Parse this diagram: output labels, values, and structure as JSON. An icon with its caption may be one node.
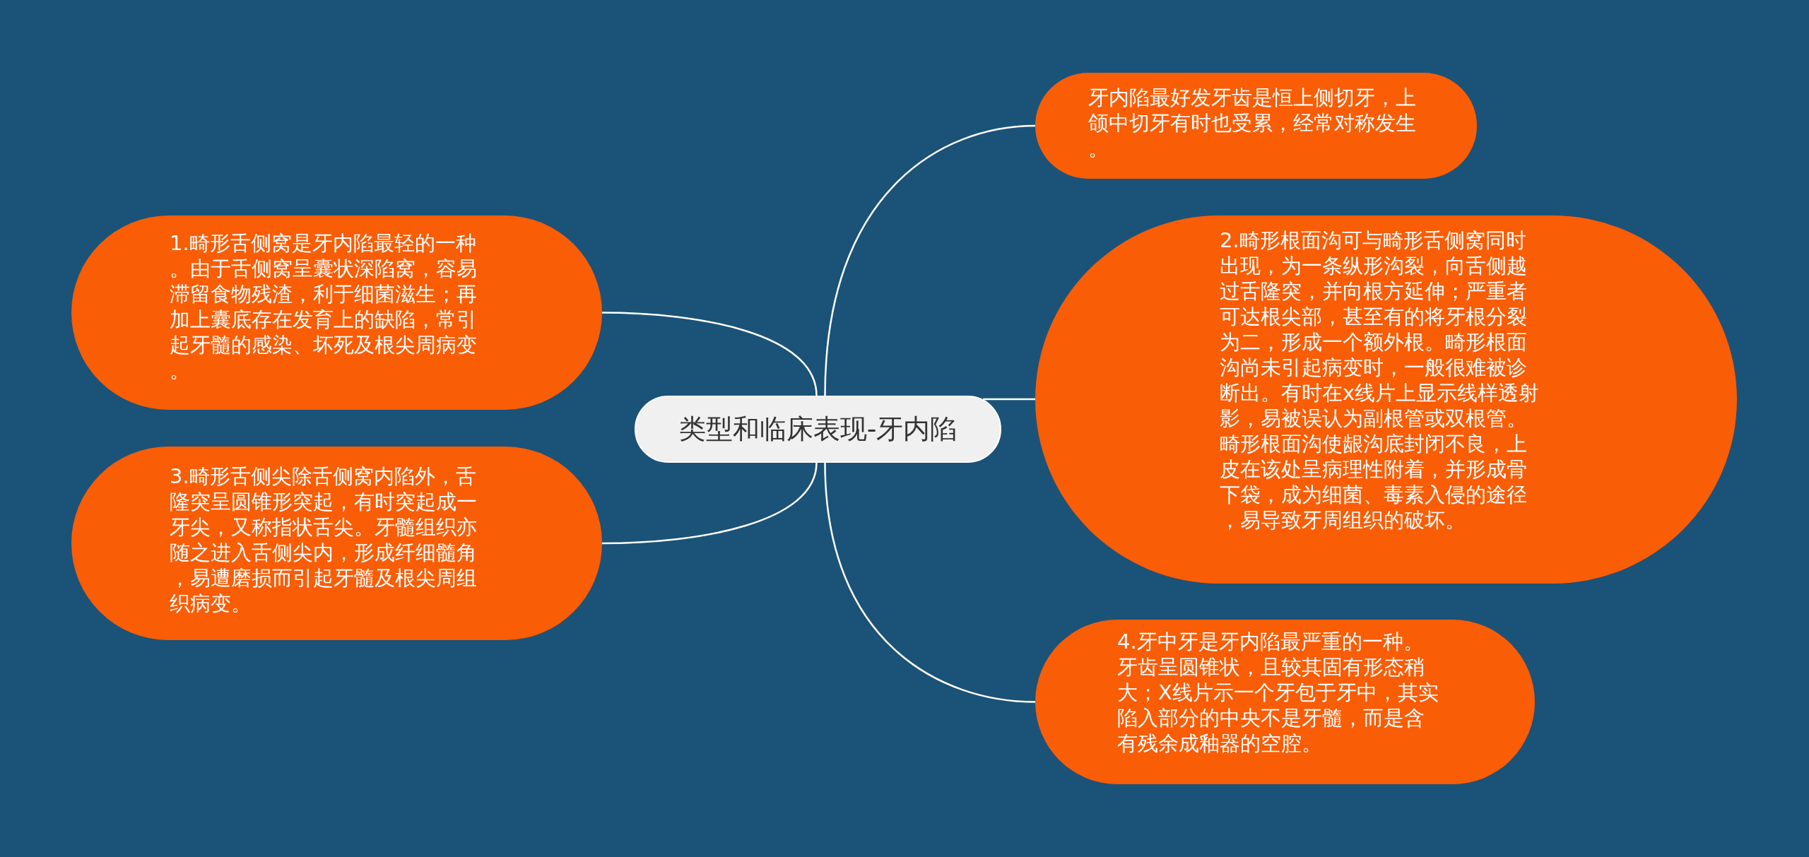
{
  "diagram": {
    "nodes": [
      {
        "text": [
          "类型和临床表现-牙内陷"
        ]
      },
      {
        "text": [
          "牙内陷最好发牙齿是恒上侧切牙，上颌中切牙有时也受累，经常对称发生。"
        ]
      },
      {
        "text": [
          "1.畸形舌侧窝是牙内陷最轻的一种。由于舌侧窝呈囊状深陷窝，容易滞留食物残渣，利于细菌滋生；再加上囊底存在发育上的缺陷，常引起牙髓的感染、坏死及根尖周病变。"
        ]
      },
      {
        "text": [
          "2.畸形根面沟可与畸形舌侧窝同时出现，为一条纵形沟裂，向舌侧越过舌隆突，并向根方延伸；严重者可达根尖部，甚至有的将牙根分裂为二，形成一个额外根。畸形根面沟尚未引起病变时，一般很难被诊断出。有时在x线片上显示线样透射影，易被误认为副根管或双根管。畸形根面沟使龈沟底封闭不良，上皮在该处呈病理性附着，并形成骨下袋，成为细菌、毒素入侵的途径，易导致牙周组织的破坏。"
        ]
      },
      {
        "text": [
          "3.畸形舌侧尖除舌侧窝内陷外，舌隆突呈圆锥形突起，有时突起成一牙尖，又称指状舌尖。牙髓组织亦随之进入舌侧尖内，形成纤细髓角，易遭磨损而引起牙髓及根尖周组织病变。"
        ]
      },
      {
        "text": [
          "4.牙中牙是牙内陷最严重的一种。牙齿呈圆锥状，且较其固有形态稍大；X线片示一个牙包于牙中，其实陷入部分的中央不是牙髓，而是含有残余成釉器的空腔。"
        ]
      }
    ],
    "edges": [
      {
        "from": 0,
        "to": 1,
        "arrow": "none"
      },
      {
        "from": 0,
        "to": 2,
        "arrow": "none"
      },
      {
        "from": 0,
        "to": 3,
        "arrow": "none"
      },
      {
        "from": 0,
        "to": 4,
        "arrow": "none"
      },
      {
        "from": 0,
        "to": 5,
        "arrow": "none"
      }
    ]
  }
}
